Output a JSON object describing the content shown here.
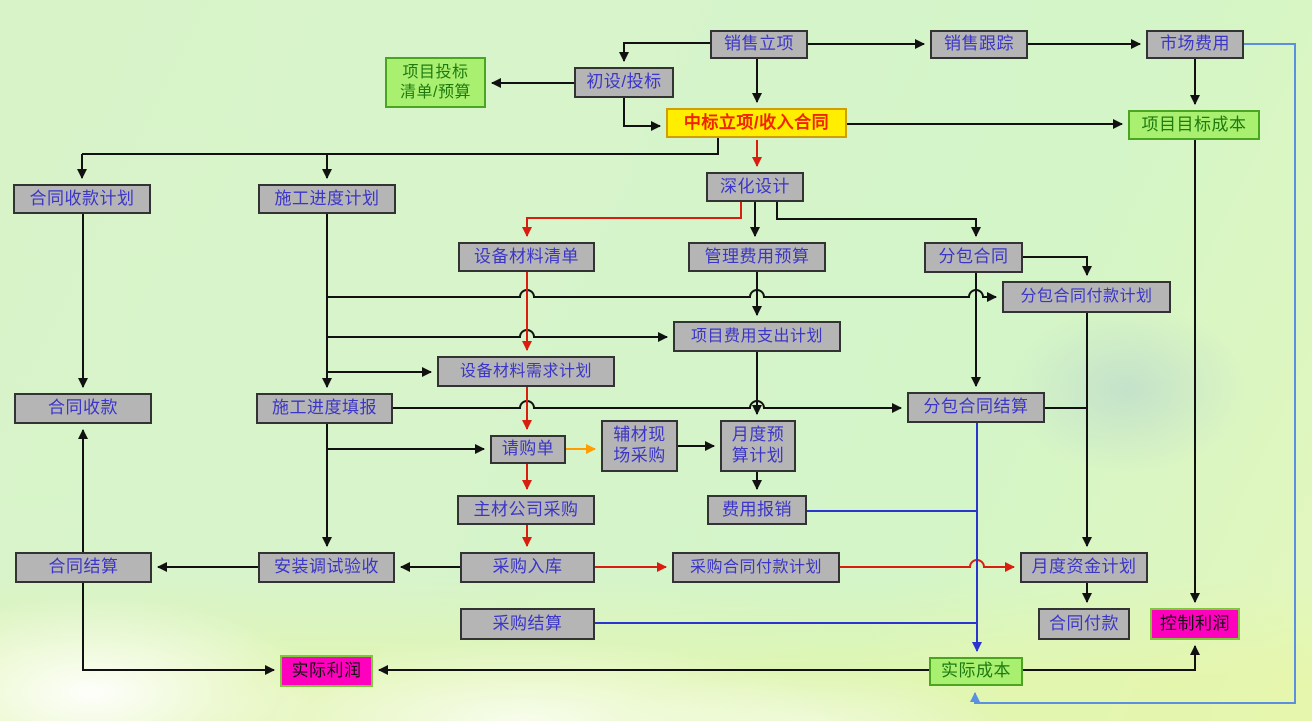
{
  "diagram": {
    "type": "flowchart",
    "language": "zh-CN",
    "nodes": [
      {
        "id": "sales-initiation",
        "label": "销售立项",
        "style": "gray"
      },
      {
        "id": "sales-tracking",
        "label": "销售跟踪",
        "style": "gray"
      },
      {
        "id": "market-expense",
        "label": "市场费用",
        "style": "gray"
      },
      {
        "id": "bid-list-budget",
        "label": "项目投标\n清单/预算",
        "style": "green"
      },
      {
        "id": "initial-design-bid",
        "label": "初设/投标",
        "style": "gray"
      },
      {
        "id": "win-bid-income-contract",
        "label": "中标立项/收入合同",
        "style": "yellow"
      },
      {
        "id": "project-target-cost",
        "label": "项目目标成本",
        "style": "green"
      },
      {
        "id": "contract-collection-plan",
        "label": "合同收款计划",
        "style": "gray"
      },
      {
        "id": "construction-schedule",
        "label": "施工进度计划",
        "style": "gray"
      },
      {
        "id": "detailed-design",
        "label": "深化设计",
        "style": "gray"
      },
      {
        "id": "equipment-material-list",
        "label": "设备材料清单",
        "style": "gray"
      },
      {
        "id": "management-fee-budget",
        "label": "管理费用预算",
        "style": "gray"
      },
      {
        "id": "subcontract",
        "label": "分包合同",
        "style": "gray"
      },
      {
        "id": "subcontract-payment-plan",
        "label": "分包合同付款计划",
        "style": "gray"
      },
      {
        "id": "project-expense-plan",
        "label": "项目费用支出计划",
        "style": "gray"
      },
      {
        "id": "material-demand-plan",
        "label": "设备材料需求计划",
        "style": "gray"
      },
      {
        "id": "contract-collection",
        "label": "合同收款",
        "style": "gray"
      },
      {
        "id": "progress-reporting",
        "label": "施工进度填报",
        "style": "gray"
      },
      {
        "id": "subcontract-settlement",
        "label": "分包合同结算",
        "style": "gray"
      },
      {
        "id": "purchase-requisition",
        "label": "请购单",
        "style": "gray"
      },
      {
        "id": "aux-material-site-purchase",
        "label": "辅材现\n场采购",
        "style": "gray"
      },
      {
        "id": "monthly-budget-plan",
        "label": "月度预\n算计划",
        "style": "gray"
      },
      {
        "id": "main-material-purchase",
        "label": "主材公司采购",
        "style": "gray"
      },
      {
        "id": "expense-reimbursement",
        "label": "费用报销",
        "style": "gray"
      },
      {
        "id": "contract-settlement",
        "label": "合同结算",
        "style": "gray"
      },
      {
        "id": "install-test-acceptance",
        "label": "安装调试验收",
        "style": "gray"
      },
      {
        "id": "purchase-inbound",
        "label": "采购入库",
        "style": "gray"
      },
      {
        "id": "purchase-payment-plan",
        "label": "采购合同付款计划",
        "style": "gray"
      },
      {
        "id": "monthly-fund-plan",
        "label": "月度资金计划",
        "style": "gray"
      },
      {
        "id": "purchase-settlement",
        "label": "采购结算",
        "style": "gray"
      },
      {
        "id": "contract-payment",
        "label": "合同付款",
        "style": "gray"
      },
      {
        "id": "control-profit",
        "label": "控制利润",
        "style": "magenta"
      },
      {
        "id": "actual-profit",
        "label": "实际利润",
        "style": "magenta"
      },
      {
        "id": "actual-cost",
        "label": "实际成本",
        "style": "green"
      }
    ],
    "colors": {
      "node_gray_fill": "#b5b5b5",
      "node_gray_text": "#3b35c8",
      "node_green_fill": "#aaf070",
      "node_green_text": "#1e7a10",
      "node_yellow_fill": "#ffee00",
      "node_yellow_text": "#f32300",
      "node_magenta_fill": "#ff00bf",
      "node_magenta_border": "#7ec83c",
      "arrow_black": "#111111",
      "arrow_red": "#d91e10",
      "arrow_orange": "#ff9c00",
      "arrow_blue": "#2a35cf",
      "arrow_lightblue": "#5b8fe0"
    }
  }
}
